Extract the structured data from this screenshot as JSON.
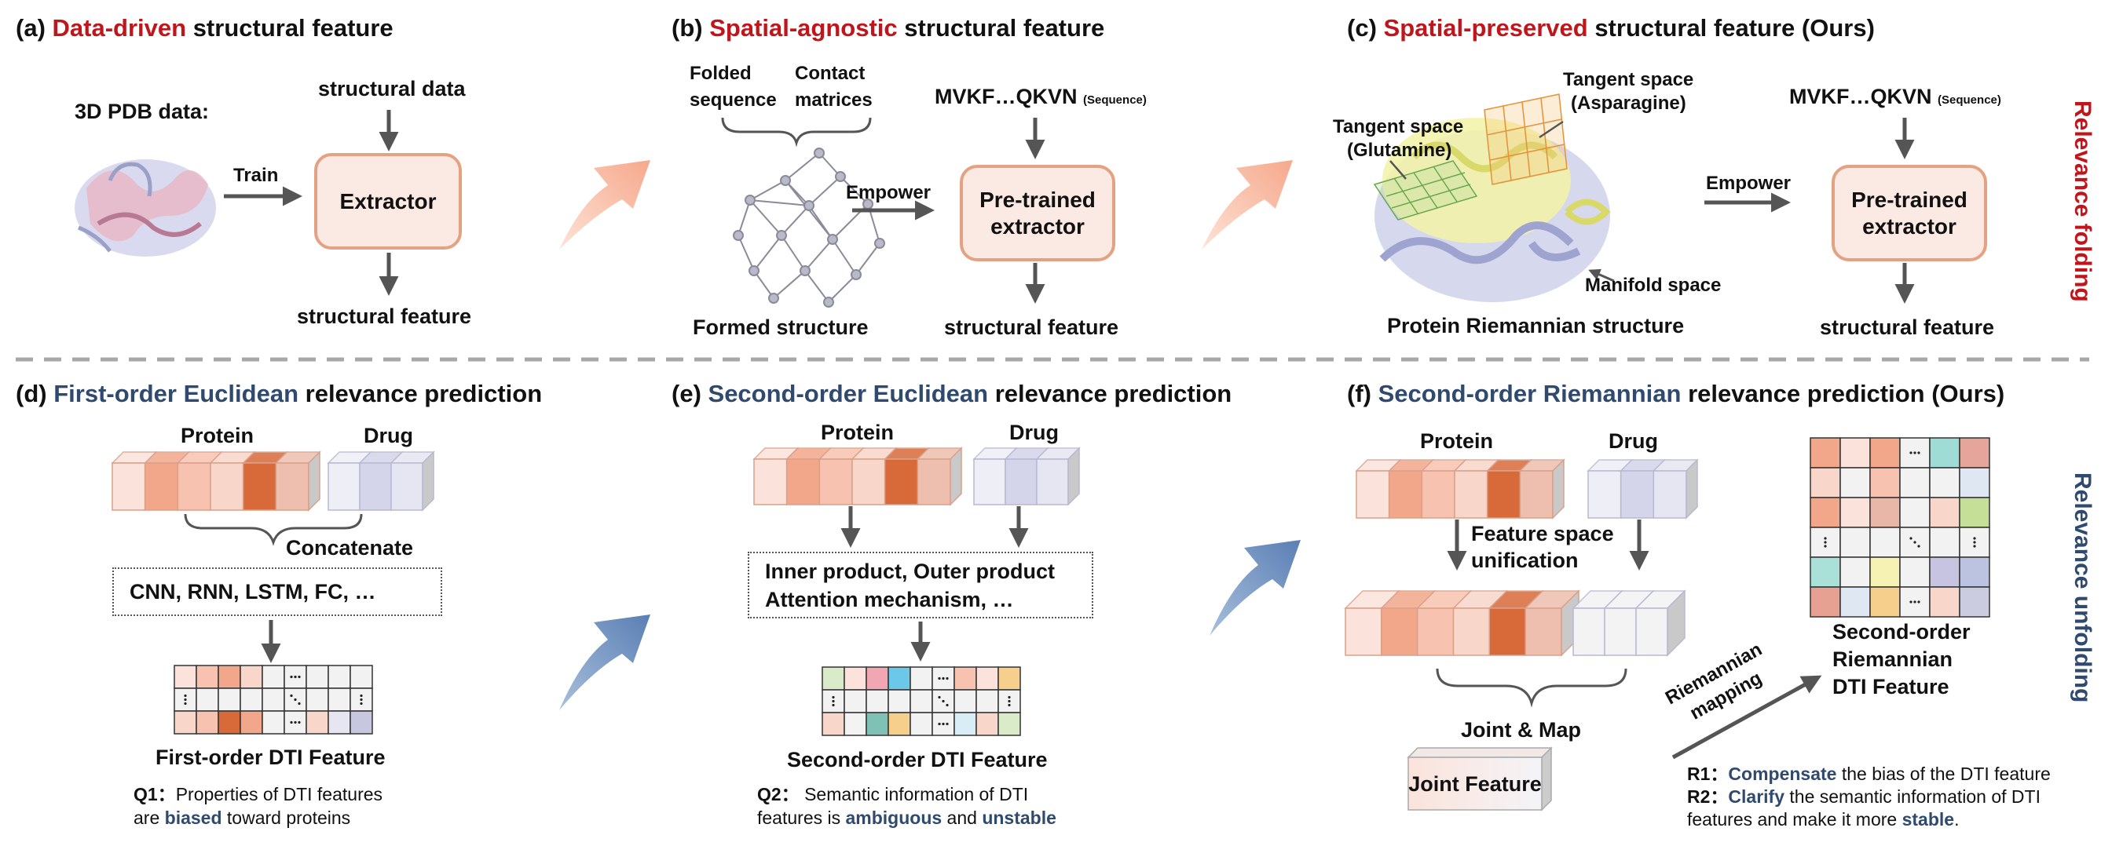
{
  "panels": {
    "a": {
      "label": "(a)",
      "highlight": "Data-driven",
      "rest": "structural feature",
      "pdb_label": "3D PDB data:",
      "train": "Train",
      "input": "structural data",
      "extractor": "Extractor",
      "output": "structural feature"
    },
    "b": {
      "label": "(b)",
      "highlight": "Spatial-agnostic",
      "rest": "structural feature",
      "folded": "Folded",
      "sequence_word": "sequence",
      "contact": "Contact",
      "matrices": "matrices",
      "formed": "Formed structure",
      "empower": "Empower",
      "seq": "MVKF…QKVN",
      "seq_tag": "(Sequence)",
      "extractor_l1": "Pre-trained",
      "extractor_l2": "extractor",
      "output": "structural feature"
    },
    "c": {
      "label": "(c)",
      "highlight": "Spatial-preserved",
      "rest": "structural feature (Ours)",
      "tangent_gln_l1": "Tangent space",
      "tangent_gln_l2": "(Glutamine)",
      "tangent_asn_l1": "Tangent space",
      "tangent_asn_l2": "(Asparagine)",
      "manifold": "Manifold space",
      "structure": "Protein Riemannian structure",
      "empower": "Empower",
      "seq": "MVKF…QKVN",
      "seq_tag": "(Sequence)",
      "extractor_l1": "Pre-trained",
      "extractor_l2": "extractor",
      "output": "structural feature"
    },
    "d": {
      "label": "(d)",
      "highlight": "First-order Euclidean",
      "rest": "relevance prediction",
      "protein": "Protein",
      "drug": "Drug",
      "concat": "Concatenate",
      "models": "CNN, RNN, LSTM, FC, …",
      "feature": "First-order DTI Feature",
      "q_label": "Q1：",
      "q_text1": "Properties of DTI features",
      "q_text2a": "are ",
      "q_bold": "biased",
      "q_text2b": " toward proteins"
    },
    "e": {
      "label": "(e)",
      "highlight": "Second-order Euclidean",
      "rest": "relevance prediction",
      "protein": "Protein",
      "drug": "Drug",
      "ops_l1": "Inner product, Outer product",
      "ops_l2": "Attention mechanism, …",
      "feature": "Second-order DTI Feature",
      "q_label": "Q2：",
      "q_text1": "Semantic information of DTI",
      "q_text2a": "features is ",
      "q_bold1": "ambiguous",
      "q_and": " and ",
      "q_bold2": "unstable"
    },
    "f": {
      "label": "(f)",
      "highlight": "Second-order Riemannian",
      "rest": "relevance prediction (Ours)",
      "protein": "Protein",
      "drug": "Drug",
      "unify_l1": "Feature space",
      "unify_l2": "unification",
      "joint_map": "Joint & Map",
      "joint_feature": "Joint Feature",
      "mapping_l1": "Riemannian",
      "mapping_l2": "mapping",
      "result_l1": "Second-order",
      "result_l2": "Riemannian",
      "result_l3": "DTI Feature",
      "r1_label": "R1：",
      "r1_bold": "Compensate",
      "r1_rest": " the bias of the DTI feature",
      "r2_label": "R2：",
      "r2_bold": "Clarify",
      "r2_rest": " the semantic information of DTI",
      "r2_line2a": "features and make it more ",
      "r2_bold2": "stable",
      "r2_end": "."
    }
  },
  "side_labels": {
    "top": "Relevance folding",
    "bottom": "Relevance unfolding"
  },
  "colors": {
    "red": "#c0151b",
    "navy": "#2f4a6e",
    "box_fill": "#fbe9e3",
    "box_border": "#e4a283",
    "arrow_gray": "#555555"
  }
}
